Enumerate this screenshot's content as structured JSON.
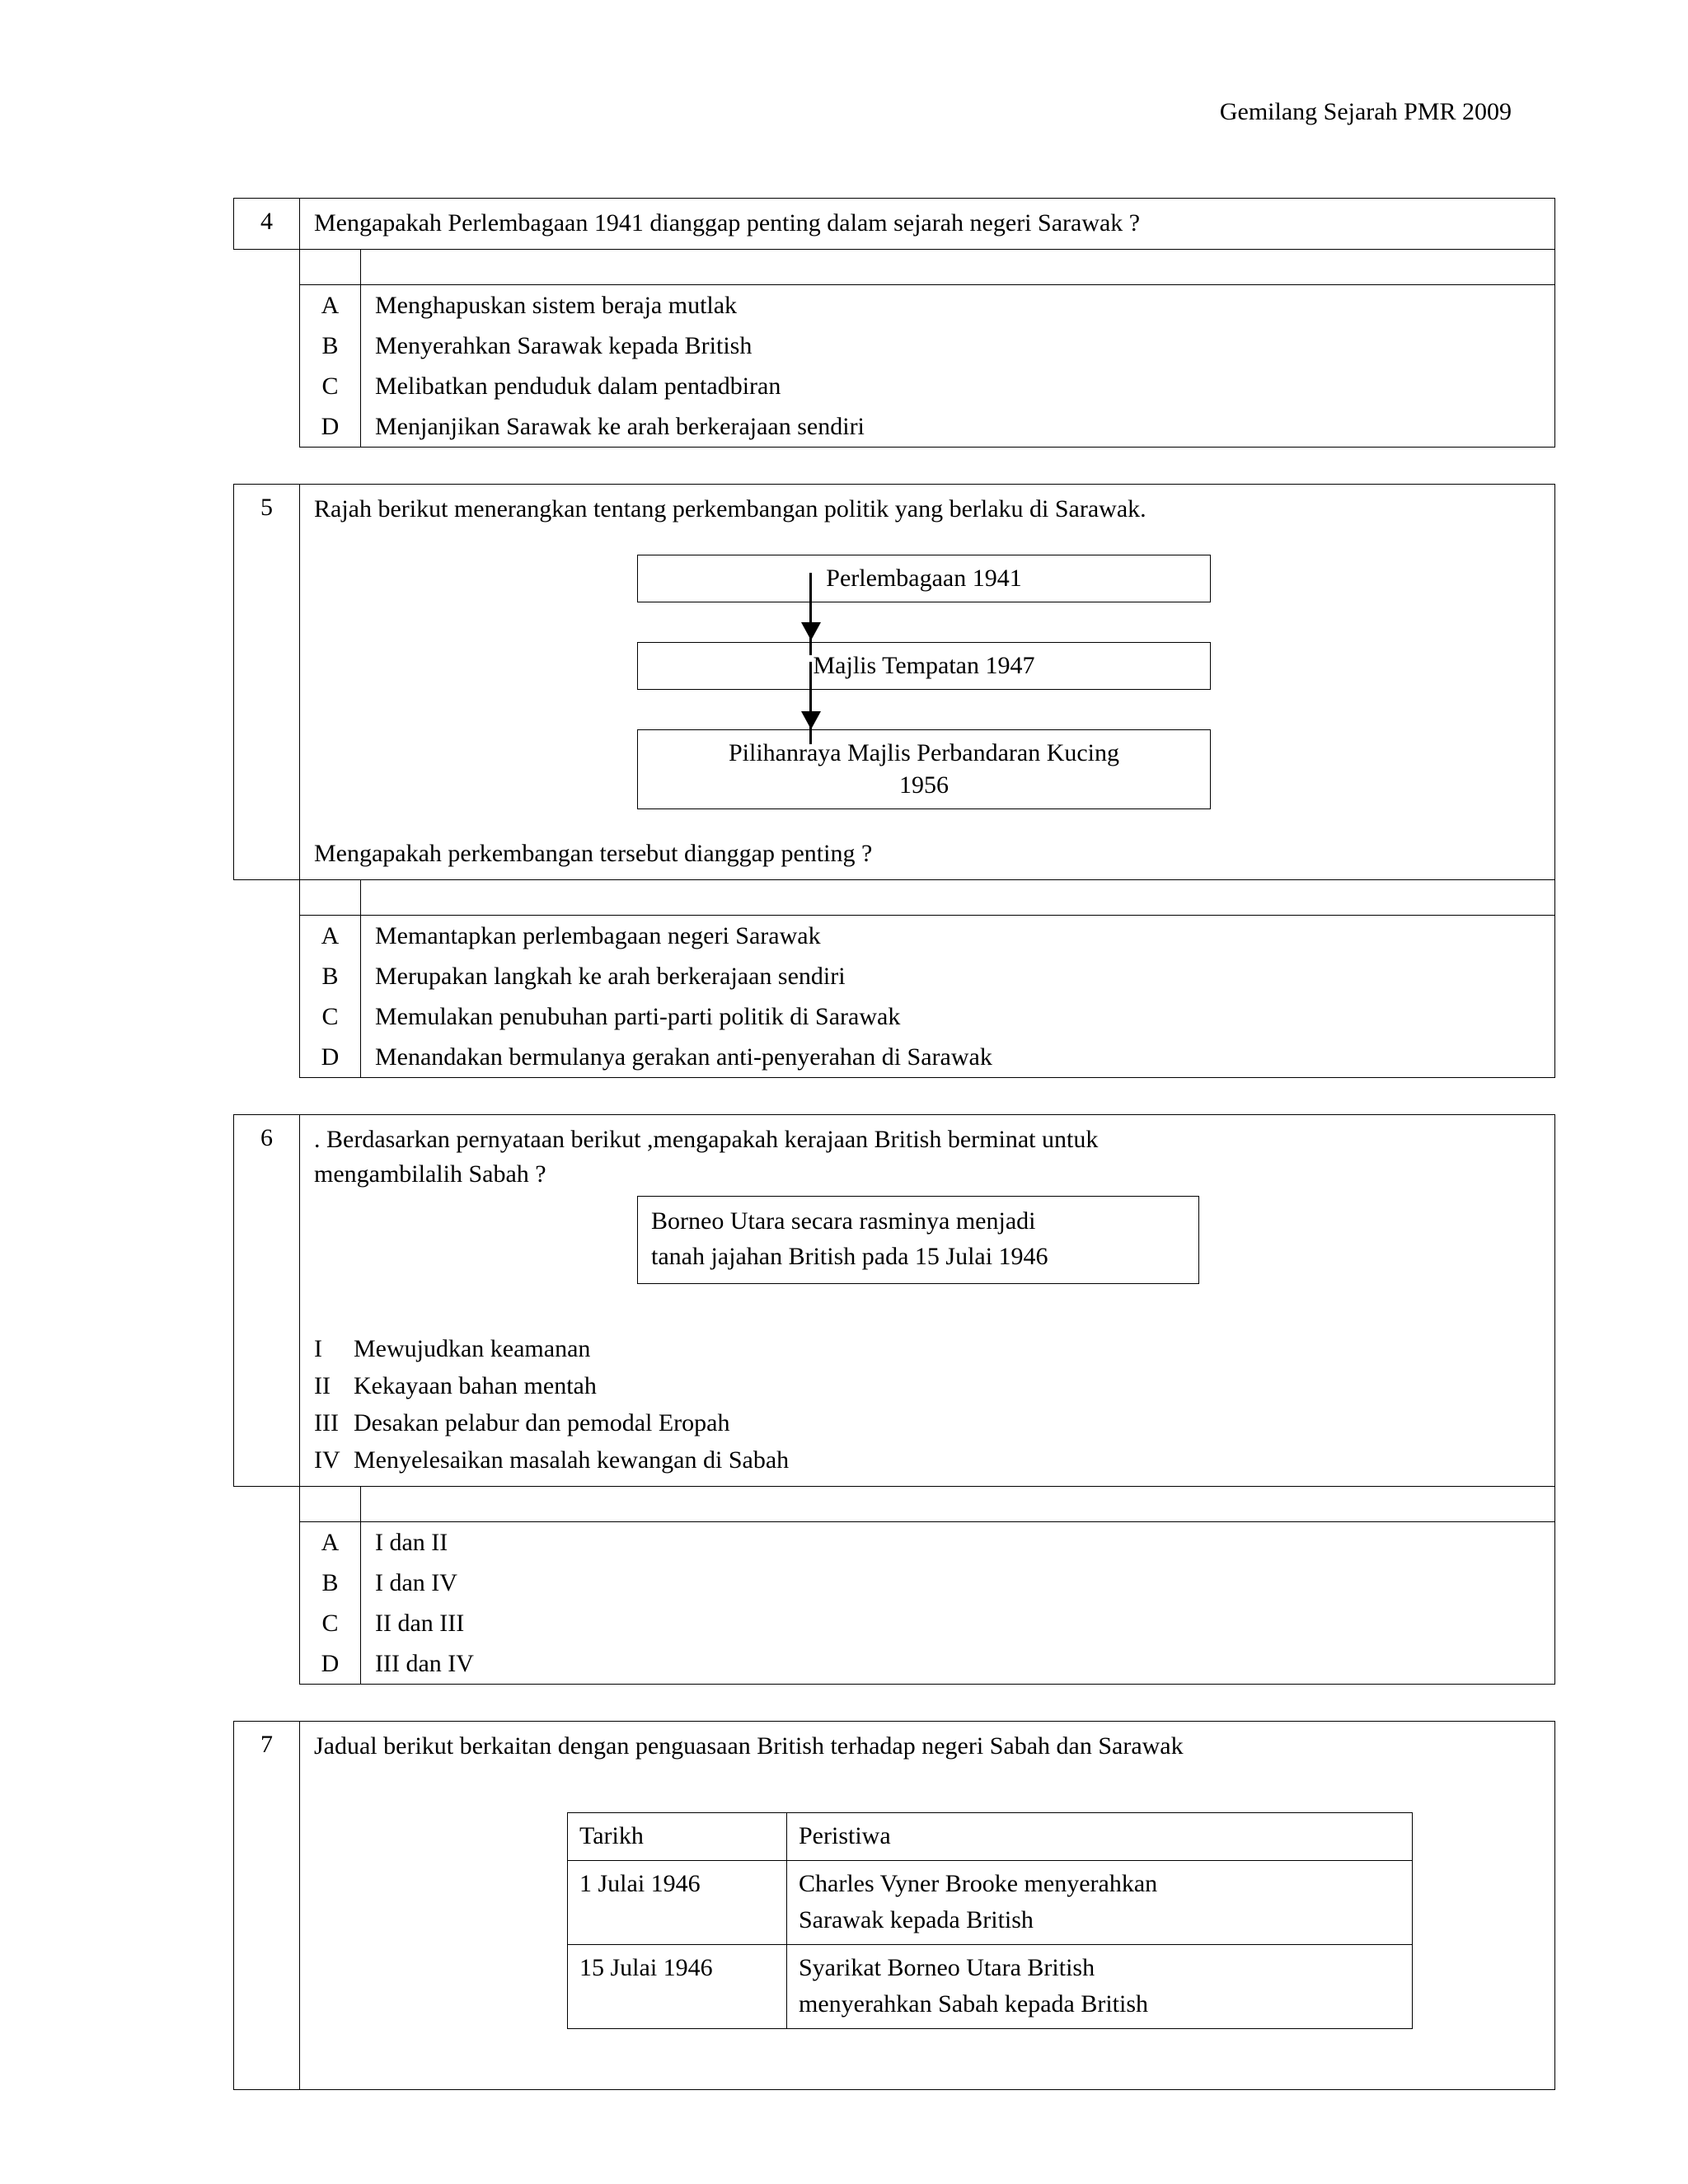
{
  "header": {
    "title": "Gemilang Sejarah PMR 2009"
  },
  "questions": [
    {
      "number": "4",
      "stem": "Mengapakah Perlembagaan 1941 dianggap penting dalam sejarah negeri Sarawak ?",
      "options": [
        {
          "letter": "A",
          "text": "Menghapuskan sistem beraja mutlak"
        },
        {
          "letter": "B",
          "text": "Menyerahkan Sarawak kepada British"
        },
        {
          "letter": "C",
          "text": "Melibatkan penduduk dalam pentadbiran"
        },
        {
          "letter": "D",
          "text": "Menjanjikan Sarawak ke arah berkerajaan sendiri"
        }
      ]
    },
    {
      "number": "5",
      "stem": "Rajah berikut menerangkan tentang perkembangan politik yang berlaku di Sarawak.",
      "flowchart": {
        "boxes": [
          {
            "line1": "Perlembagaan 1941",
            "line2": ""
          },
          {
            "line1": "Majlis Tempatan 1947",
            "line2": ""
          },
          {
            "line1": "Pilihanraya  Majlis Perbandaran Kucing",
            "line2": "1956"
          }
        ]
      },
      "follow_up": "Mengapakah perkembangan tersebut dianggap penting ?",
      "options": [
        {
          "letter": "A",
          "text": "Memantapkan  perlembagaan negeri Sarawak"
        },
        {
          "letter": "B",
          "text": "Merupakan langkah ke arah berkerajaan sendiri"
        },
        {
          "letter": "C",
          "text": "Memulakan penubuhan parti-parti politik di Sarawak"
        },
        {
          "letter": "D",
          "text": "Menandakan bermulanya gerakan anti-penyerahan di Sarawak"
        }
      ]
    },
    {
      "number": "6",
      "stem_line1": ". Berdasarkan pernyataan berikut ,mengapakah kerajaan British berminat untuk",
      "stem_line2": "mengambilalih Sabah ?",
      "statement": {
        "line1": "Borneo Utara secara rasminya menjadi",
        "line2": "tanah jajahan British pada 15 Julai 1946"
      },
      "roman_items": [
        {
          "numeral": "I",
          "text": "Mewujudkan keamanan"
        },
        {
          "numeral": "II",
          "text": "Kekayaan bahan mentah"
        },
        {
          "numeral": "III",
          "text": "Desakan pelabur dan pemodal Eropah"
        },
        {
          "numeral": "IV",
          "text": "Menyelesaikan masalah kewangan di Sabah"
        }
      ],
      "options": [
        {
          "letter": "A",
          "text": "I dan II"
        },
        {
          "letter": "B",
          "text": "I dan IV"
        },
        {
          "letter": "C",
          "text": "II dan III"
        },
        {
          "letter": "D",
          "text": "III dan IV"
        }
      ]
    },
    {
      "number": "7",
      "stem": "Jadual berikut berkaitan dengan penguasaan British terhadap negeri Sabah dan Sarawak",
      "table": {
        "headers": [
          "Tarikh",
          "Peristiwa"
        ],
        "rows": [
          {
            "date": "1 Julai 1946",
            "event_line1": "Charles Vyner Brooke menyerahkan",
            "event_line2": "Sarawak kepada British"
          },
          {
            "date": "15 Julai 1946",
            "event_line1": "Syarikat Borneo Utara British",
            "event_line2": "menyerahkan Sabah kepada British"
          }
        ]
      }
    }
  ]
}
